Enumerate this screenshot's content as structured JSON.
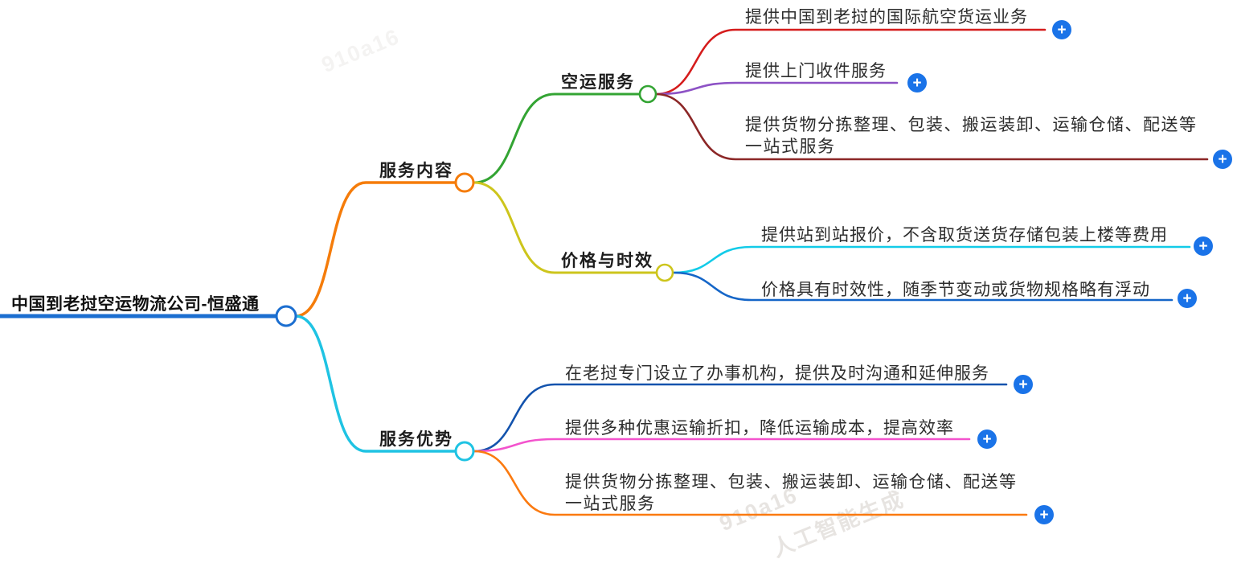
{
  "nodes": {
    "root": {
      "label": "中国到老挝空运物流公司-恒盛通"
    },
    "service_content": {
      "label": "服务内容"
    },
    "air_service": {
      "label": "空运服务"
    },
    "price_timeliness": {
      "label": "价格与时效"
    },
    "service_advantage": {
      "label": "服务优势"
    }
  },
  "leaves": {
    "air_intl_cargo": {
      "text": "提供中国到老挝的国际航空货运业务"
    },
    "door_pickup": {
      "text": "提供上门收件服务"
    },
    "one_stop_service": {
      "text": "提供货物分拣整理、包装、搬运装卸、运输仓储、配送等一站式服务"
    },
    "station_quote": {
      "text": "提供站到站报价，不含取货送货存储包装上楼等费用"
    },
    "price_fluctuation": {
      "text": "价格具有时效性，随季节变动或货物规格略有浮动"
    },
    "laos_office": {
      "text": "在老挝专门设立了办事机构，提供及时沟通和延伸服务"
    },
    "discounts": {
      "text": "提供多种优惠运输折扣，降低运输成本，提高效率"
    },
    "one_stop_service_2": {
      "text": "提供货物分拣整理、包装、搬运装卸、运输仓储、配送等一站式服务"
    }
  },
  "plus_button": {
    "label": "+",
    "bg_color": "#1a73e8"
  },
  "watermark": {
    "code": "910a16",
    "caption": "人工智能生成"
  },
  "colors": {
    "root_blue": "#1b6ed0",
    "branch_orange": "#f57c0a",
    "branch_cyan": "#1fc3e3",
    "branch_green": "#33a433",
    "branch_yellow": "#cdc51c",
    "leaf_red": "#d51c1c",
    "leaf_purple": "#8d52c5",
    "leaf_maroon": "#8c2727",
    "leaf_cyan": "#12cbe8",
    "leaf_blue": "#1566c8",
    "leaf_dark_blue": "#1353ad",
    "leaf_pink": "#f353cd",
    "leaf_orange": "#fb7a10",
    "text": "#262626"
  }
}
